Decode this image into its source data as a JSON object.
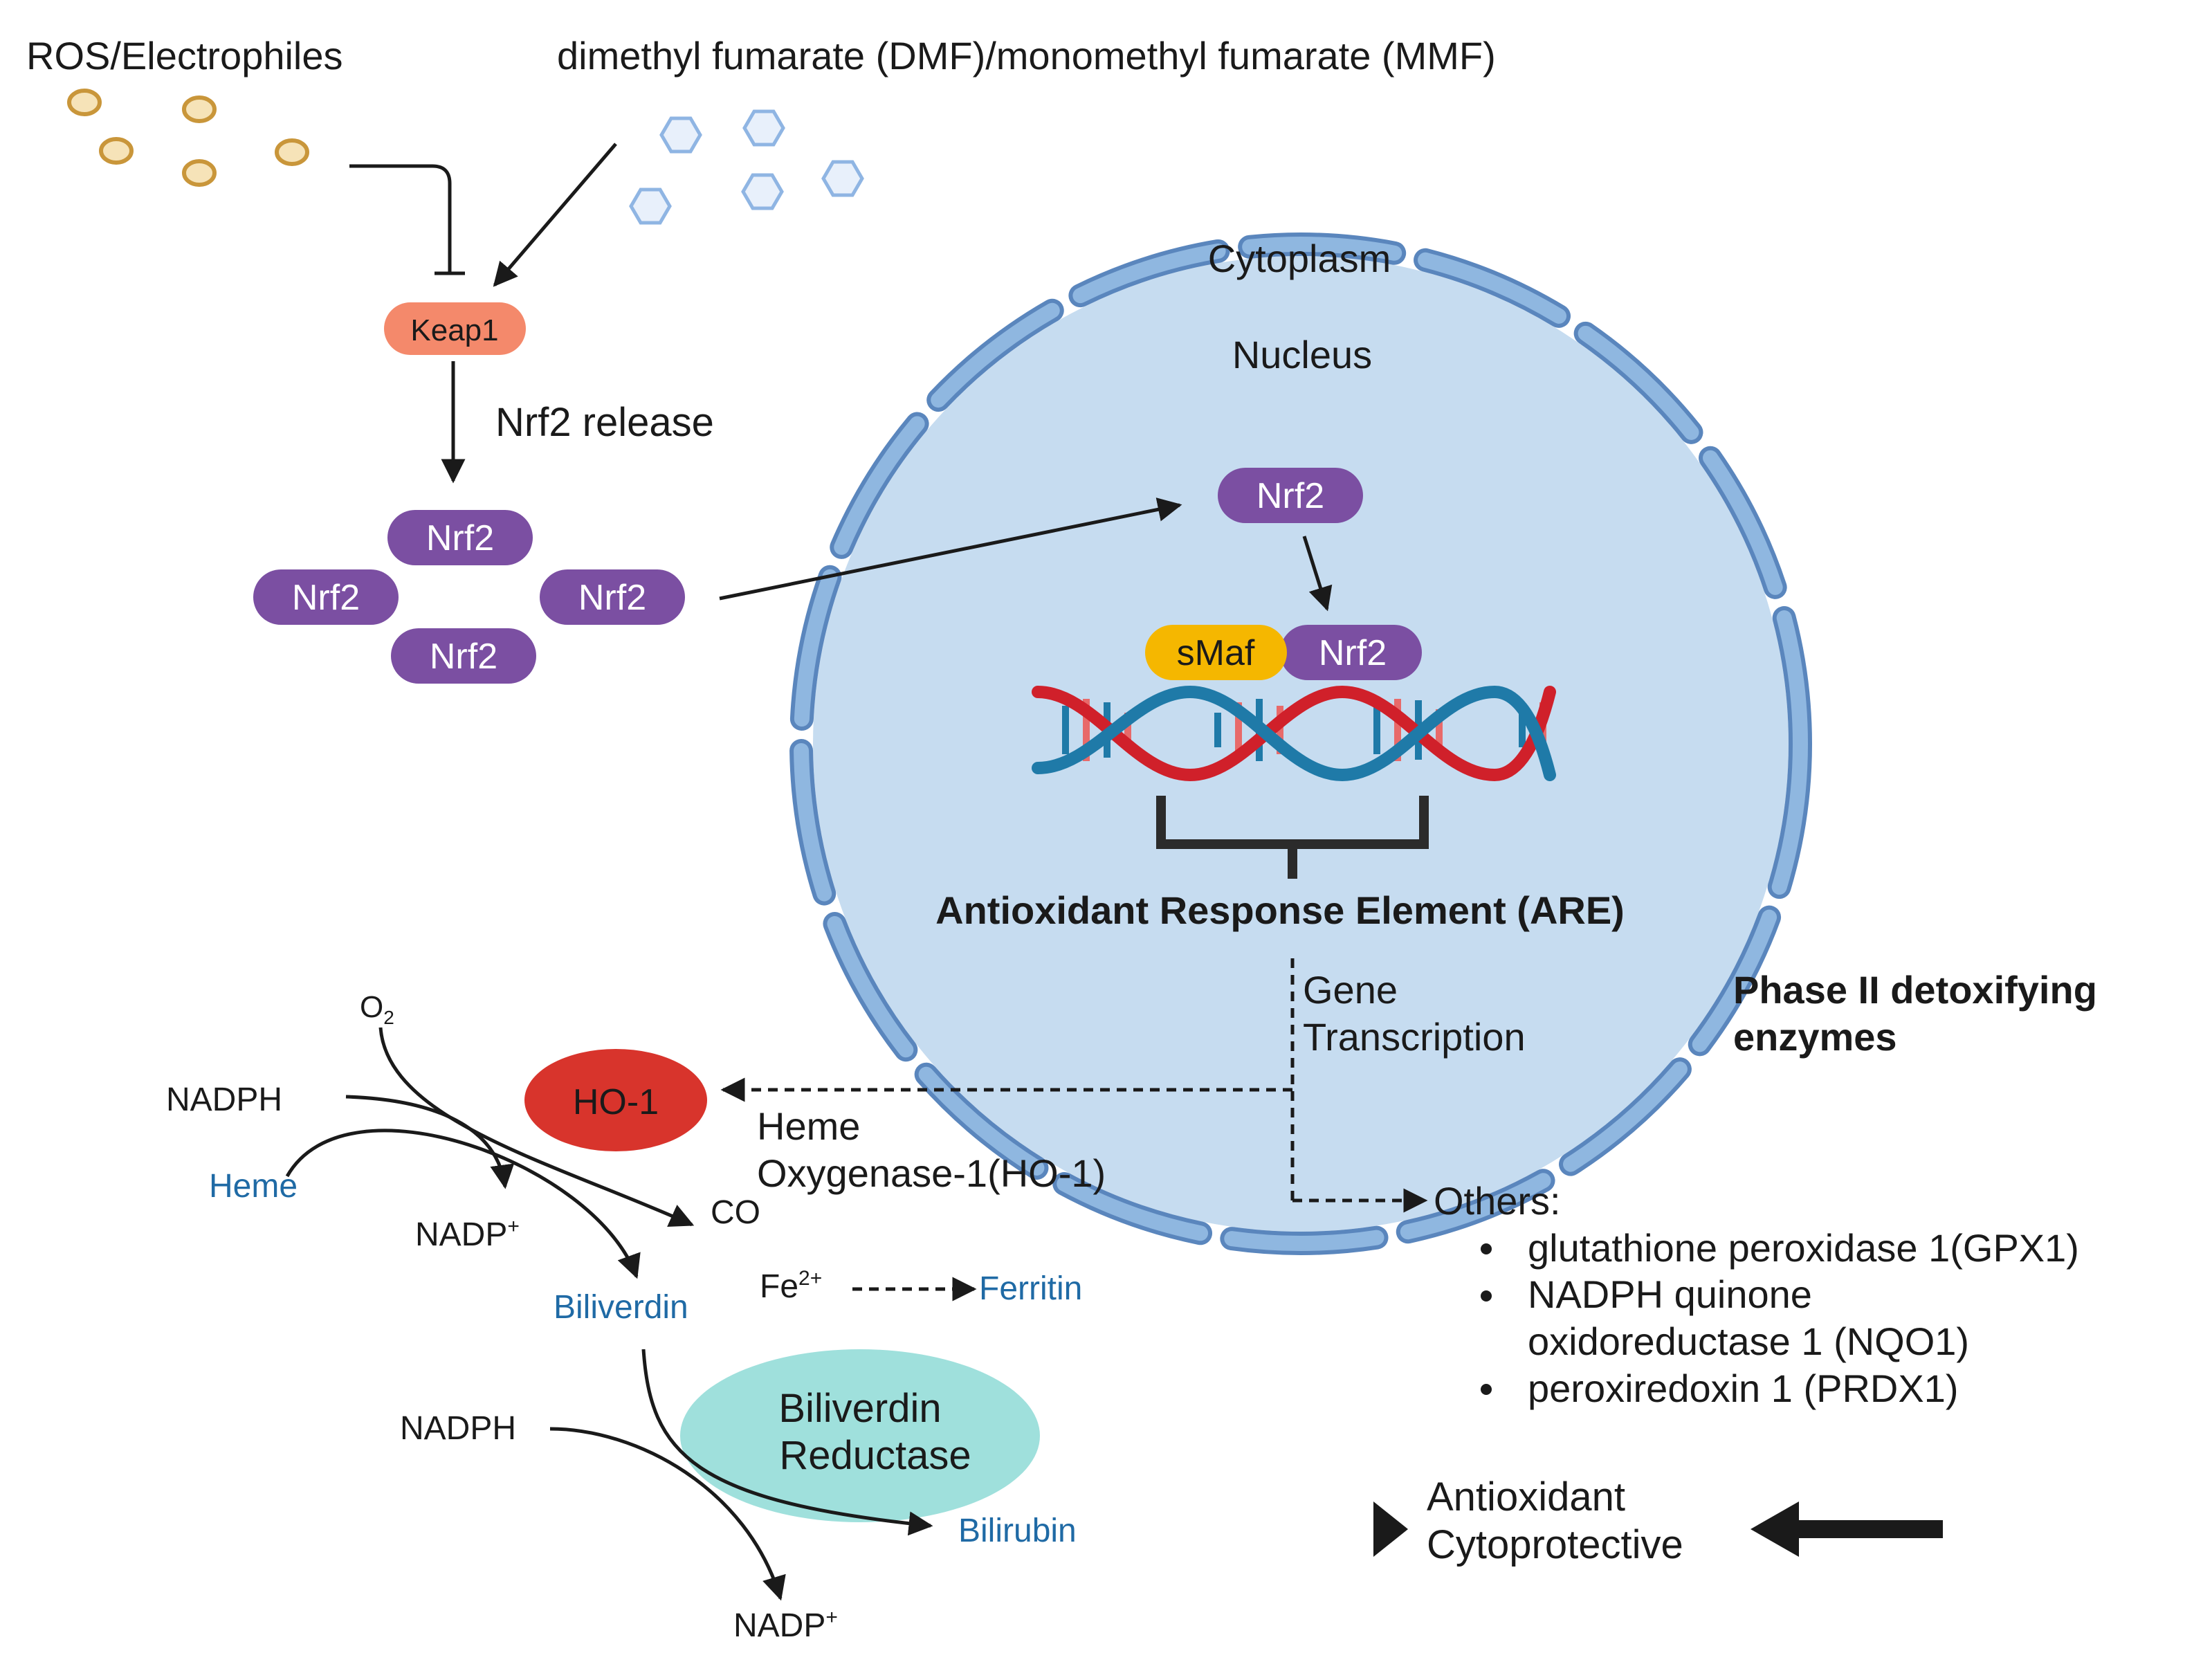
{
  "labels": {
    "ros": "ROS/Electrophiles",
    "dmf": "dimethyl fumarate (DMF)/monomethyl fumarate (MMF)",
    "keap1": "Keap1",
    "nrf2_release": "Nrf2 release",
    "nrf2": "Nrf2",
    "cytoplasm": "Cytoplasm",
    "nucleus": "Nucleus",
    "smaf": "sMaf",
    "are": "Antioxidant Response Element (ARE)",
    "gene": "Gene",
    "transcription": "Transcription",
    "phase2_line1": "Phase II detoxifying",
    "phase2_line2": "enzymes",
    "ho1": "HO-1",
    "heme_line1": "Heme",
    "heme_line2": "Oxygenase-1(HO-1)",
    "o2_main": "O",
    "o2_sub": "2",
    "nadph": "NADPH",
    "heme": "Heme",
    "nadp_main": "NADP",
    "nadp_sup": "+",
    "co": "CO",
    "biliverdin": "Biliverdin",
    "fe_main": "Fe",
    "fe_sup": "2+",
    "ferritin": "Ferritin",
    "reductase_line1": "Biliverdin",
    "reductase_line2": "Reductase",
    "bilirubin": "Bilirubin",
    "others": "Others:",
    "gpx1": "glutathione peroxidase 1(GPX1)",
    "nqo1_line1": "NADPH quinone",
    "nqo1_line2": "oxidoreductase 1 (NQO1)",
    "prdx1": "peroxiredoxin 1 (PRDX1)",
    "outcome_line1": "Antioxidant",
    "outcome_line2": "Cytoprotective"
  },
  "colors": {
    "nrf2": "#7b4fa2",
    "keap1": "#f4896b",
    "smaf": "#f5b700",
    "ho1": "#d8342c",
    "reductase": "#9fe0dc",
    "nucleus_fill": "#c6dcf0",
    "membrane": "#7aa6d6",
    "dna_blue": "#1f7aa8",
    "dna_red": "#d0202a",
    "ros_dot": "#c9963a",
    "hexagon": "#8fb5e3",
    "text_blue": "#1f6aa5"
  }
}
